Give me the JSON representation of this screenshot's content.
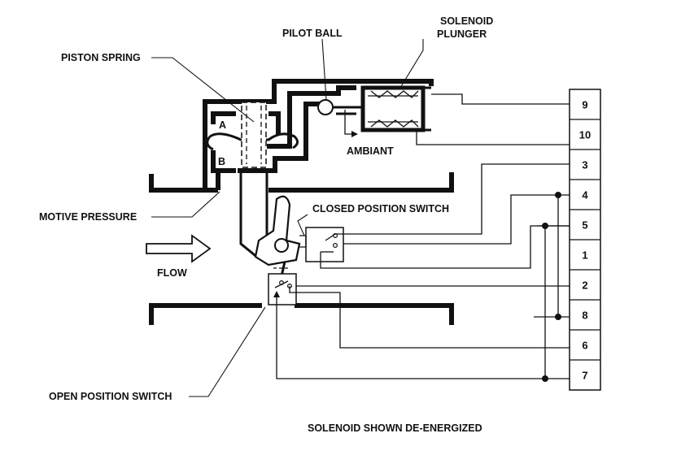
{
  "labels": {
    "piston_spring": "PISTON SPRING",
    "pilot_ball": "PILOT BALL",
    "solenoid_plunger_1": "SOLENOID",
    "solenoid_plunger_2": "PLUNGER",
    "ambiant": "AMBIANT",
    "closed_switch": "CLOSED POSITION SWITCH",
    "motive_pressure": "MOTIVE PRESSURE",
    "flow": "FLOW",
    "open_switch": "OPEN POSITION SWITCH",
    "chamber_a": "A",
    "chamber_b": "B",
    "caption": "SOLENOID SHOWN DE-ENERGIZED"
  },
  "terminals": [
    "9",
    "10",
    "3",
    "4",
    "5",
    "1",
    "2",
    "8",
    "6",
    "7"
  ]
}
